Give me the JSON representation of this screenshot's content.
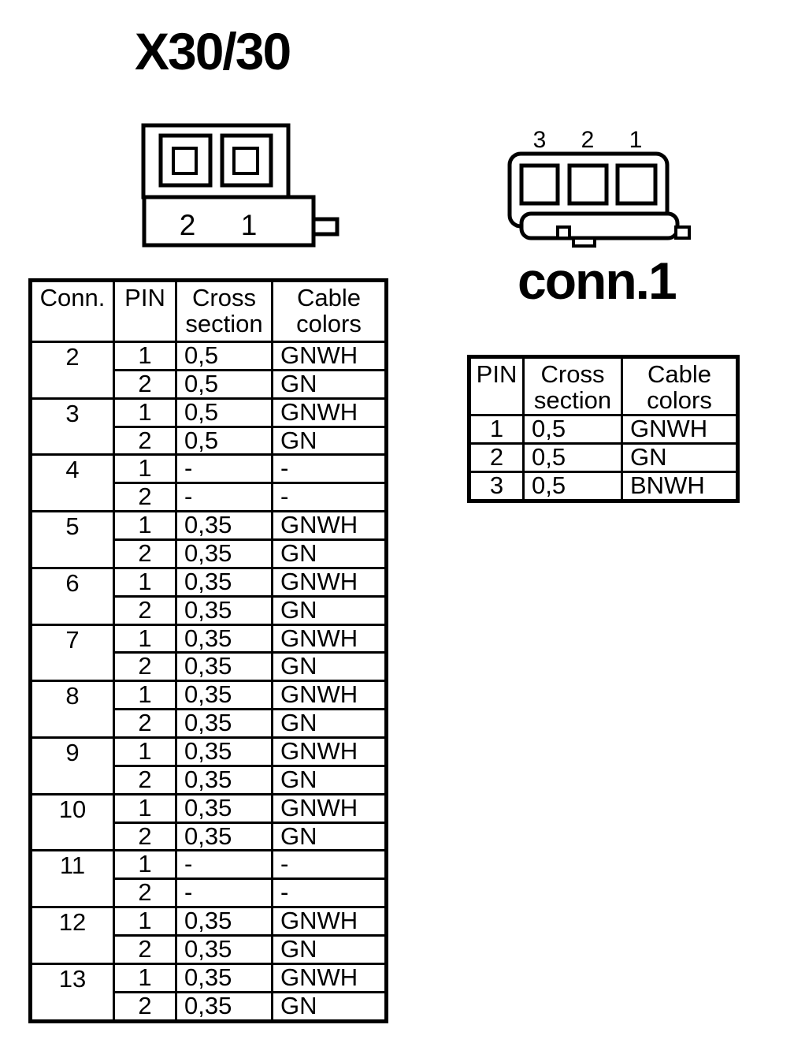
{
  "page_title": "X30/30",
  "diagram_x30": {
    "pin_labels": [
      "2",
      "1"
    ]
  },
  "diagram_conn1": {
    "pin_labels": [
      "3",
      "2",
      "1"
    ],
    "caption": "conn.1"
  },
  "left_table": {
    "headers": [
      "Conn.",
      "PIN",
      "Cross\nsection",
      "Cable\ncolors"
    ],
    "groups": [
      {
        "conn": "2",
        "rows": [
          [
            "1",
            "0,5",
            "GNWH"
          ],
          [
            "2",
            "0,5",
            "GN"
          ]
        ]
      },
      {
        "conn": "3",
        "rows": [
          [
            "1",
            "0,5",
            "GNWH"
          ],
          [
            "2",
            "0,5",
            "GN"
          ]
        ]
      },
      {
        "conn": "4",
        "rows": [
          [
            "1",
            "-",
            "-"
          ],
          [
            "2",
            "-",
            "-"
          ]
        ]
      },
      {
        "conn": "5",
        "rows": [
          [
            "1",
            "0,35",
            "GNWH"
          ],
          [
            "2",
            "0,35",
            "GN"
          ]
        ]
      },
      {
        "conn": "6",
        "rows": [
          [
            "1",
            "0,35",
            "GNWH"
          ],
          [
            "2",
            "0,35",
            "GN"
          ]
        ]
      },
      {
        "conn": "7",
        "rows": [
          [
            "1",
            "0,35",
            "GNWH"
          ],
          [
            "2",
            "0,35",
            "GN"
          ]
        ]
      },
      {
        "conn": "8",
        "rows": [
          [
            "1",
            "0,35",
            "GNWH"
          ],
          [
            "2",
            "0,35",
            "GN"
          ]
        ]
      },
      {
        "conn": "9",
        "rows": [
          [
            "1",
            "0,35",
            "GNWH"
          ],
          [
            "2",
            "0,35",
            "GN"
          ]
        ]
      },
      {
        "conn": "10",
        "rows": [
          [
            "1",
            "0,35",
            "GNWH"
          ],
          [
            "2",
            "0,35",
            "GN"
          ]
        ]
      },
      {
        "conn": "11",
        "rows": [
          [
            "1",
            "-",
            "-"
          ],
          [
            "2",
            "-",
            "-"
          ]
        ]
      },
      {
        "conn": "12",
        "rows": [
          [
            "1",
            "0,35",
            "GNWH"
          ],
          [
            "2",
            "0,35",
            "GN"
          ]
        ]
      },
      {
        "conn": "13",
        "rows": [
          [
            "1",
            "0,35",
            "GNWH"
          ],
          [
            "2",
            "0,35",
            "GN"
          ]
        ]
      }
    ]
  },
  "right_table": {
    "headers": [
      "PIN",
      "Cross\nsection",
      "Cable\ncolors"
    ],
    "rows": [
      [
        "1",
        "0,5",
        "GNWH"
      ],
      [
        "2",
        "0,5",
        "GN"
      ],
      [
        "3",
        "0,5",
        "BNWH"
      ]
    ]
  },
  "colors": {
    "ink": "#000000",
    "paper": "#ffffff"
  }
}
